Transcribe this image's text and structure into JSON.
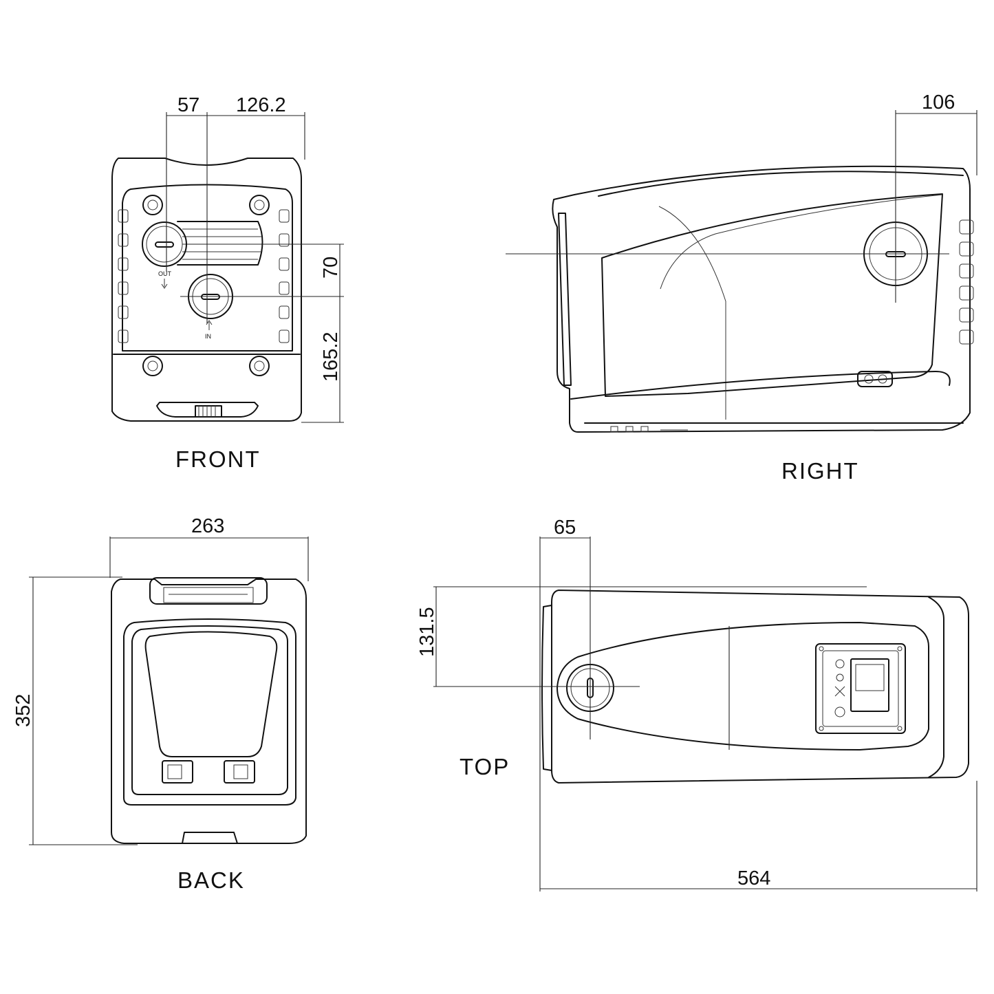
{
  "views": {
    "front": {
      "label": "FRONT",
      "out_label": "OUT",
      "in_label": "IN"
    },
    "right": {
      "label": "RIGHT"
    },
    "back": {
      "label": "BACK"
    },
    "top": {
      "label": "TOP"
    }
  },
  "dimensions": {
    "front_out_offset": "57",
    "front_width_to_in": "126.2",
    "front_outlet_spacing": "70",
    "front_inlet_height": "165.2",
    "right_outlet_offset": "106",
    "back_width": "263",
    "back_height": "352",
    "top_cap_offset": "65",
    "top_cap_depth": "131.5",
    "top_length": "564"
  }
}
